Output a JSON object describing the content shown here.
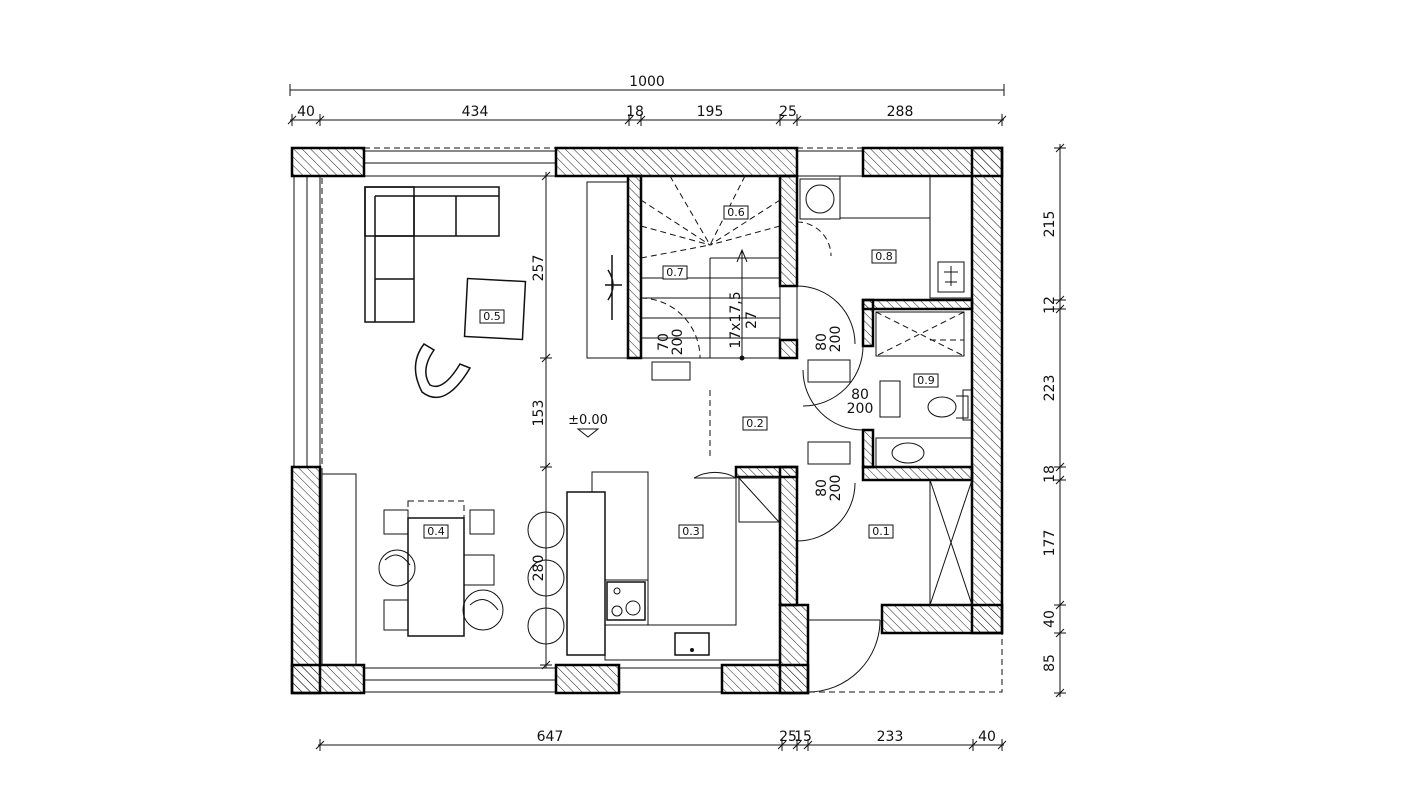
{
  "dimensions": {
    "overall_top": "1000",
    "top": [
      "40",
      "434",
      "18",
      "195",
      "25",
      "288"
    ],
    "bottom": [
      "647",
      "25",
      "15",
      "233",
      "40"
    ],
    "right": [
      "215",
      "12",
      "223",
      "18",
      "177",
      "40",
      "85"
    ],
    "interior_vertical": [
      "257",
      "153",
      "280"
    ]
  },
  "rooms": [
    {
      "id": "0.1"
    },
    {
      "id": "0.2"
    },
    {
      "id": "0.3"
    },
    {
      "id": "0.4"
    },
    {
      "id": "0.5"
    },
    {
      "id": "0.6"
    },
    {
      "id": "0.7"
    },
    {
      "id": "0.8"
    },
    {
      "id": "0.9"
    }
  ],
  "doors": [
    {
      "w": "70",
      "h": "200"
    },
    {
      "w": "80",
      "h": "200"
    },
    {
      "w": "80",
      "h": "200"
    },
    {
      "w": "80",
      "h": "200"
    }
  ],
  "stair": {
    "spec": "17x17,5",
    "tread": "27"
  },
  "elevation": "±0.00"
}
